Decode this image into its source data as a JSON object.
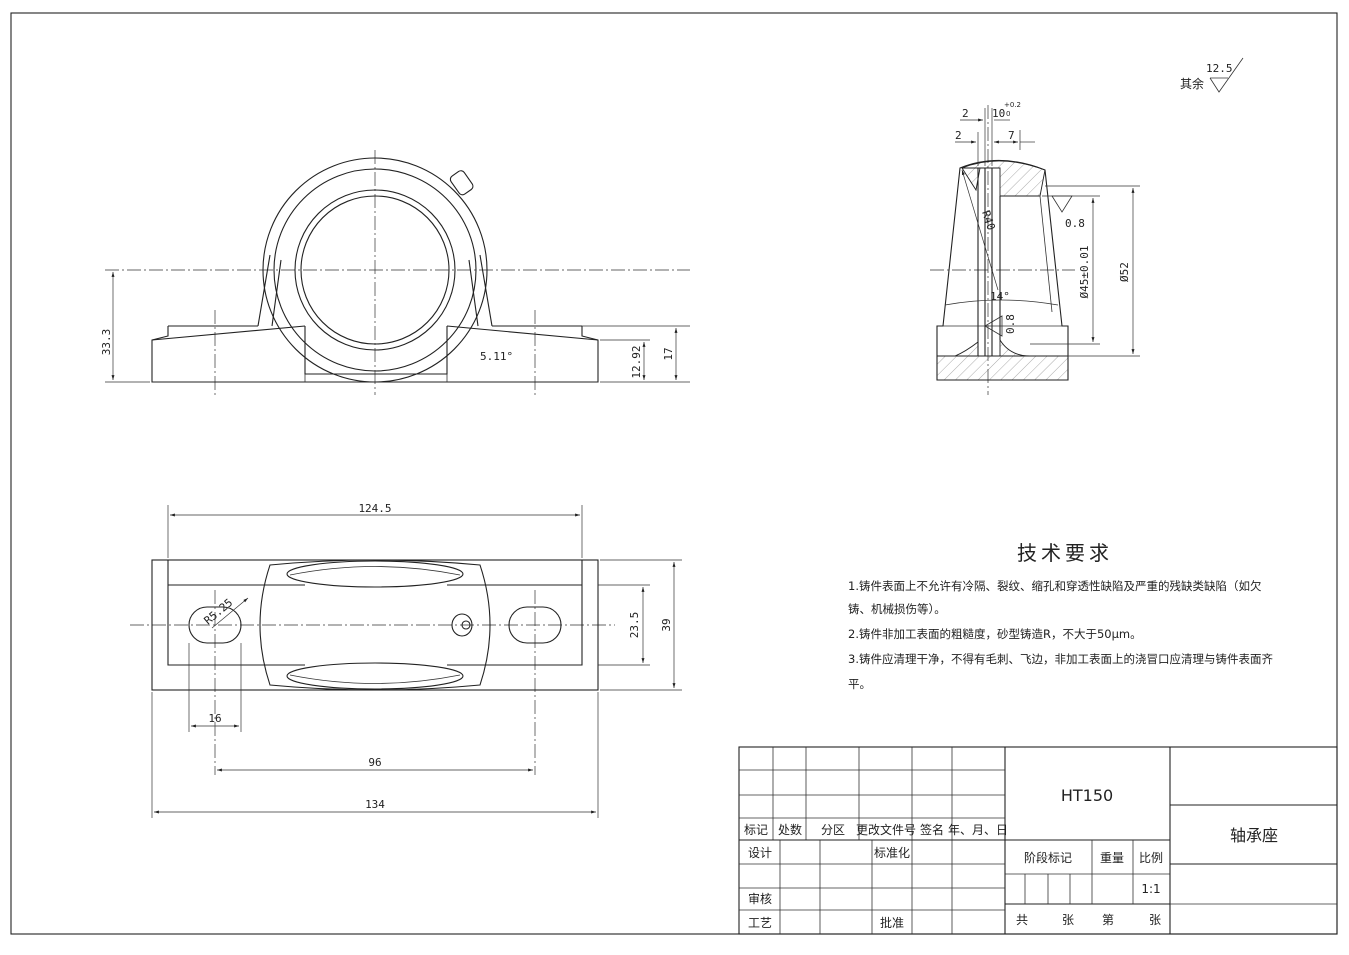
{
  "roughness": {
    "label": "其余",
    "value": "12.5"
  },
  "front_view": {
    "dim_height": "33.3",
    "dim_angle": "5.11°",
    "dim_foot": "12.92",
    "dim_total_h": "17"
  },
  "top_view": {
    "dim_width": "124.5",
    "dim_radius": "R5.25",
    "dim_inner_w": "23.5",
    "dim_outer_w": "39",
    "dim_slot": "16",
    "dim_holes": "96",
    "dim_total": "134"
  },
  "section_view": {
    "dim_a": "2",
    "dim_b": "10",
    "dim_b_tol": "+0.2",
    "dim_b_tol_low": "0",
    "dim_c": "2",
    "dim_d": "7",
    "dim_radius": "R40",
    "dim_angle": "14°",
    "rough_1": "0.8",
    "rough_2": "0.8",
    "dim_bore": "Ø45±0.01",
    "dim_outer": "Ø52"
  },
  "notes": {
    "title": "技术要求",
    "line1": "1.铸件表面上不允许有冷隔、裂纹、缩孔和穿透性缺陷及严重的残缺类缺陷（如欠",
    "line1b": "铸、机械损伤等）。",
    "line2": "2.铸件非加工表面的粗糙度，砂型铸造R，不大于50μm。",
    "line3": "3.铸件应清理干净，不得有毛刺、飞边，非加工表面上的浇冒口应清理与铸件表面齐",
    "line3b": "平。"
  },
  "title_block": {
    "material": "HT150",
    "part_name": "轴承座",
    "h_mark": "标记",
    "h_count": "处数",
    "h_zone": "分区",
    "h_doc": "更改文件号",
    "h_sign": "签名",
    "h_date": "年、月、日",
    "design": "设计",
    "standard": "标准化",
    "stage": "阶段标记",
    "weight": "重量",
    "scale_label": "比例",
    "scale": "1:1",
    "review": "审核",
    "process": "工艺",
    "approve": "批准",
    "total": "共",
    "sheet1": "张",
    "nth": "第",
    "sheet2": "张"
  }
}
